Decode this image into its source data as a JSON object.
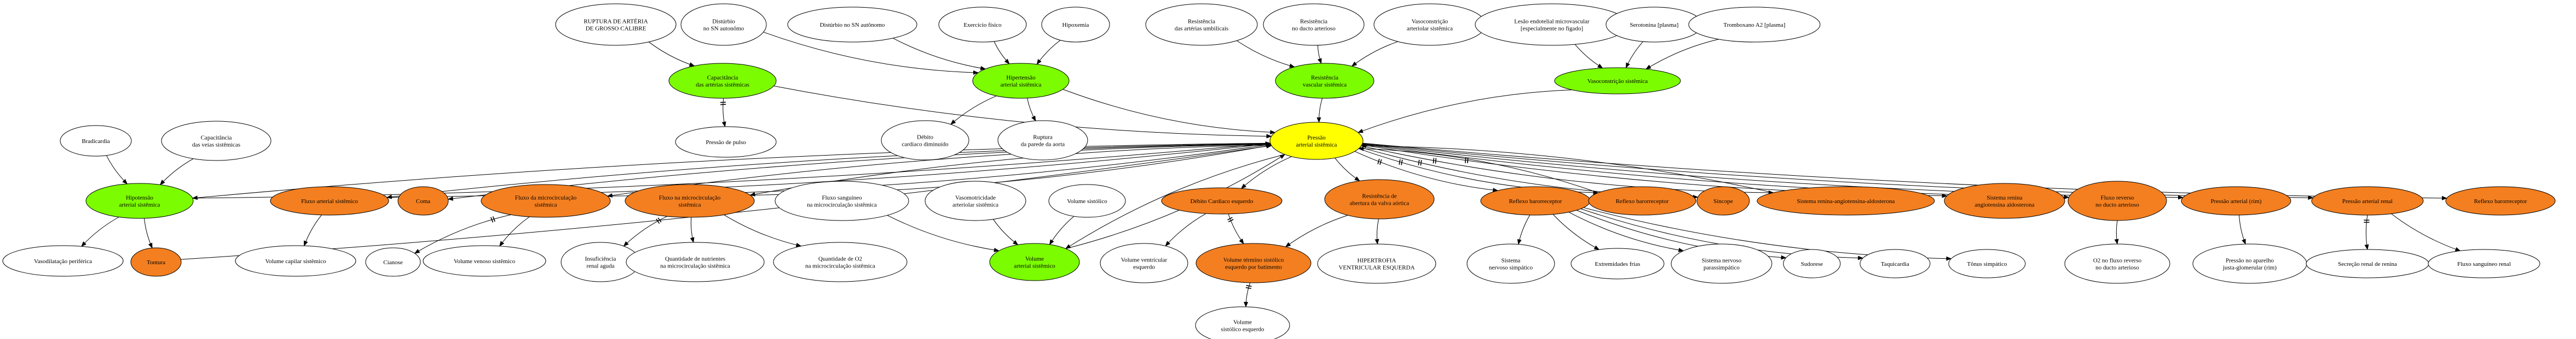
{
  "colors": {
    "central": "#ffff00",
    "increase": "#7cfc00",
    "decrease": "#f47f20",
    "neutral": "#ffffff",
    "stroke": "#000000"
  },
  "nodes": {
    "pa": {
      "lines": [
        "Pressão",
        "arterial sistêmica"
      ],
      "kind": "central"
    },
    "cap_art": {
      "lines": [
        "Capacitância",
        "das artérias sistêmicas"
      ],
      "kind": "increase"
    },
    "has": {
      "lines": [
        "Hipertensão",
        "arterial sistêmica"
      ],
      "kind": "increase"
    },
    "rvs": {
      "lines": [
        "Resistência",
        "vascular sistêmica"
      ],
      "kind": "increase"
    },
    "vasoc": {
      "lines": [
        "Vasoconstrição sistêmica"
      ],
      "kind": "increase"
    },
    "ruptura_art": {
      "lines": [
        "RUPTURA DE ARTÉRIA",
        "DE GROSSO CALIBRE"
      ],
      "kind": "neutral"
    },
    "dist1": {
      "lines": [
        "Distúrbio",
        "no SN autonômo"
      ],
      "kind": "neutral"
    },
    "dist2": {
      "lines": [
        "Distúrbio no SN autônomo"
      ],
      "kind": "neutral"
    },
    "exerc": {
      "lines": [
        "Exercício físico"
      ],
      "kind": "neutral"
    },
    "hipox": {
      "lines": [
        "Hipoxemia"
      ],
      "kind": "neutral"
    },
    "res_umb": {
      "lines": [
        "Resistência",
        "das artérias umbilicais"
      ],
      "kind": "neutral"
    },
    "res_ducto": {
      "lines": [
        "Resistência",
        "no ducto arterioso"
      ],
      "kind": "neutral"
    },
    "vasoc_art": {
      "lines": [
        "Vasoconstrição",
        "arteriolar sistêmica"
      ],
      "kind": "neutral"
    },
    "lesao": {
      "lines": [
        "Lesão endotelial microvascular",
        "[especialmente no fígado]"
      ],
      "kind": "neutral"
    },
    "serot": {
      "lines": [
        "Serotonina [plasma]"
      ],
      "kind": "neutral"
    },
    "tromb": {
      "lines": [
        "Tromboxano A2 [plasma]"
      ],
      "kind": "neutral"
    },
    "pressao_pulso": {
      "lines": [
        "Pressão de pulso"
      ],
      "kind": "neutral"
    },
    "debito_dim": {
      "lines": [
        "Débito",
        "cardíaco diminuído"
      ],
      "kind": "neutral"
    },
    "ruptura_aorta": {
      "lines": [
        "Ruptura",
        "da parede da aorta"
      ],
      "kind": "neutral"
    },
    "bradi": {
      "lines": [
        "Bradicardia"
      ],
      "kind": "neutral"
    },
    "cap_veias": {
      "lines": [
        "Capacitância",
        "das veias sistêmicas"
      ],
      "kind": "neutral"
    },
    "hipo": {
      "lines": [
        "Hipotensão",
        "arterial sistêmica"
      ],
      "kind": "increase"
    },
    "vasodil": {
      "lines": [
        "Vasodilatação periférica"
      ],
      "kind": "neutral"
    },
    "tontura": {
      "lines": [
        "Tontura"
      ],
      "kind": "decrease"
    },
    "fluxo_art": {
      "lines": [
        "Fluxo arterial sistêmico"
      ],
      "kind": "decrease"
    },
    "coma": {
      "lines": [
        "Coma"
      ],
      "kind": "decrease"
    },
    "fluxo_micro": {
      "lines": [
        "Fluxo da microcirculação",
        "sistêmica"
      ],
      "kind": "decrease"
    },
    "fluxo_na_micro": {
      "lines": [
        "Fluxo na microcirculação",
        "sistêmica"
      ],
      "kind": "decrease"
    },
    "vol_cap": {
      "lines": [
        "Volume capilar sistêmico"
      ],
      "kind": "neutral"
    },
    "cianose": {
      "lines": [
        "Cianose"
      ],
      "kind": "neutral"
    },
    "vol_venoso": {
      "lines": [
        "Volume venoso sistêmico"
      ],
      "kind": "neutral"
    },
    "insuf_renal": {
      "lines": [
        "Insuficiência",
        "renal aguda"
      ],
      "kind": "neutral"
    },
    "qtd_nutri": {
      "lines": [
        "Quantidade de nutrientes",
        "na microcirculação sistêmica"
      ],
      "kind": "neutral"
    },
    "qtd_o2": {
      "lines": [
        "Quantidade de O2",
        "na microcirculação sistêmica"
      ],
      "kind": "neutral"
    },
    "fluxo_sang": {
      "lines": [
        "Fluxo sanguíneo",
        "na microcirculação sistêmica"
      ],
      "kind": "neutral"
    },
    "vasomot": {
      "lines": [
        "Vasomotricidade",
        "arteriolar sistêmica"
      ],
      "kind": "neutral"
    },
    "vol_sist": {
      "lines": [
        "Volume sistólico"
      ],
      "kind": "neutral"
    },
    "vol_art": {
      "lines": [
        "Volume",
        "arterial sistêmico"
      ],
      "kind": "increase"
    },
    "debito_esq": {
      "lines": [
        "Débito Cardíaco esquerdo"
      ],
      "kind": "decrease"
    },
    "vol_vent": {
      "lines": [
        "Volume ventricular",
        "esquerdo"
      ],
      "kind": "neutral"
    },
    "vol_term": {
      "lines": [
        "Volume término sistólico",
        "esquerdo por batimento"
      ],
      "kind": "decrease"
    },
    "vol_sist_esq": {
      "lines": [
        "Volume",
        "sistólico esquerdo"
      ],
      "kind": "neutral"
    },
    "res_valva": {
      "lines": [
        "Resistência de",
        "abertura da valva aórtica"
      ],
      "kind": "decrease"
    },
    "hipertrofia": {
      "lines": [
        "HIPERTROFIA",
        "VENTRICULAR ESQUERDA"
      ],
      "kind": "neutral"
    },
    "reflexo1": {
      "lines": [
        "Reflexo barorreceptor"
      ],
      "kind": "decrease"
    },
    "sn_simp": {
      "lines": [
        "Sistema",
        "nervoso simpático"
      ],
      "kind": "neutral"
    },
    "extrem": {
      "lines": [
        "Extremidades frias"
      ],
      "kind": "neutral"
    },
    "sn_para": {
      "lines": [
        "Sistema nervoso",
        "parassimpático"
      ],
      "kind": "neutral"
    },
    "sudorese": {
      "lines": [
        "Sudorese"
      ],
      "kind": "neutral"
    },
    "taqui": {
      "lines": [
        "Taquicardia"
      ],
      "kind": "neutral"
    },
    "tonus": {
      "lines": [
        "Tônus simpático"
      ],
      "kind": "neutral"
    },
    "reflexo2": {
      "lines": [
        "Reflexo barorreceptor"
      ],
      "kind": "decrease"
    },
    "sincope": {
      "lines": [
        "Síncope"
      ],
      "kind": "decrease"
    },
    "sraa1": {
      "lines": [
        "Sistema renina-angiotensina-aldosterona"
      ],
      "kind": "decrease"
    },
    "sraa2": {
      "lines": [
        "Sistema renina",
        "angiotensina aldosterona"
      ],
      "kind": "decrease"
    },
    "fluxo_rev": {
      "lines": [
        "Fluxo reverso",
        "no ducto arterioso"
      ],
      "kind": "decrease"
    },
    "o2_rev": {
      "lines": [
        "O2 no fluxo reverso",
        "no ducto arterioso"
      ],
      "kind": "neutral"
    },
    "pa_rim": {
      "lines": [
        "Pressão arterial (rim)"
      ],
      "kind": "decrease"
    },
    "pressao_jg": {
      "lines": [
        "Pressão no aparelho",
        "justa-glomerular (rim)"
      ],
      "kind": "neutral"
    },
    "pa_renal": {
      "lines": [
        "Pressão arterial renal"
      ],
      "kind": "decrease"
    },
    "secrecao": {
      "lines": [
        "Secreção renal de renina"
      ],
      "kind": "neutral"
    },
    "fluxo_renal": {
      "lines": [
        "Fluxo sanguíneo renal"
      ],
      "kind": "neutral"
    },
    "reflexo3": {
      "lines": [
        "Reflexo barorreceptor"
      ],
      "kind": "decrease"
    }
  },
  "edges": [
    {
      "from": "ruptura_art",
      "to": "cap_art",
      "mark": ""
    },
    {
      "from": "dist1",
      "to": "has",
      "mark": ""
    },
    {
      "from": "dist2",
      "to": "has",
      "mark": ""
    },
    {
      "from": "exerc",
      "to": "has",
      "mark": ""
    },
    {
      "from": "hipox",
      "to": "has",
      "mark": ""
    },
    {
      "from": "res_umb",
      "to": "rvs",
      "mark": ""
    },
    {
      "from": "res_ducto",
      "to": "rvs",
      "mark": ""
    },
    {
      "from": "vasoc_art",
      "to": "rvs",
      "mark": ""
    },
    {
      "from": "lesao",
      "to": "vasoc",
      "mark": ""
    },
    {
      "from": "serot",
      "to": "vasoc",
      "mark": ""
    },
    {
      "from": "tromb",
      "to": "vasoc",
      "mark": ""
    },
    {
      "from": "cap_art",
      "to": "pressao_pulso",
      "mark": "="
    },
    {
      "from": "has",
      "to": "debito_dim",
      "mark": ""
    },
    {
      "from": "has",
      "to": "ruptura_aorta",
      "mark": ""
    },
    {
      "from": "cap_art",
      "to": "pa",
      "mark": ""
    },
    {
      "from": "has",
      "to": "pa",
      "mark": ""
    },
    {
      "from": "rvs",
      "to": "pa",
      "mark": ""
    },
    {
      "from": "vasoc",
      "to": "pa",
      "mark": ""
    },
    {
      "from": "bradi",
      "to": "hipo",
      "mark": ""
    },
    {
      "from": "cap_veias",
      "to": "hipo",
      "mark": ""
    },
    {
      "from": "hipo",
      "to": "vasodil",
      "mark": ""
    },
    {
      "from": "hipo",
      "to": "tontura",
      "mark": ""
    },
    {
      "from": "fluxo_art",
      "to": "vol_cap",
      "mark": ""
    },
    {
      "from": "fluxo_micro",
      "to": "cianose",
      "mark": "="
    },
    {
      "from": "fluxo_micro",
      "to": "vol_venoso",
      "mark": ""
    },
    {
      "from": "fluxo_na_micro",
      "to": "insuf_renal",
      "mark": "="
    },
    {
      "from": "fluxo_na_micro",
      "to": "qtd_nutri",
      "mark": ""
    },
    {
      "from": "fluxo_na_micro",
      "to": "qtd_o2",
      "mark": ""
    },
    {
      "from": "fluxo_sang",
      "to": "vol_art",
      "mark": ""
    },
    {
      "from": "vasomot",
      "to": "vol_art",
      "mark": ""
    },
    {
      "from": "vol_sist",
      "to": "vol_art",
      "mark": ""
    },
    {
      "from": "debito_esq",
      "to": "vol_vent",
      "mark": ""
    },
    {
      "from": "debito_esq",
      "to": "vol_term",
      "mark": "="
    },
    {
      "from": "vol_term",
      "to": "vol_sist_esq",
      "mark": "="
    },
    {
      "from": "res_valva",
      "to": "vol_term",
      "mark": ""
    },
    {
      "from": "res_valva",
      "to": "hipertrofia",
      "mark": ""
    },
    {
      "from": "reflexo1",
      "to": "sn_simp",
      "mark": ""
    },
    {
      "from": "reflexo1",
      "to": "extrem",
      "mark": ""
    },
    {
      "from": "reflexo1",
      "to": "sn_para",
      "mark": ""
    },
    {
      "from": "reflexo1",
      "to": "sudorese",
      "mark": ""
    },
    {
      "from": "reflexo1",
      "to": "taqui",
      "mark": ""
    },
    {
      "from": "reflexo1",
      "to": "tonus",
      "mark": ""
    },
    {
      "from": "fluxo_rev",
      "to": "o2_rev",
      "mark": ""
    },
    {
      "from": "pa_rim",
      "to": "pressao_jg",
      "mark": ""
    },
    {
      "from": "pa_renal",
      "to": "secrecao",
      "mark": "="
    },
    {
      "from": "pa_renal",
      "to": "fluxo_renal",
      "mark": ""
    },
    {
      "from": "pa",
      "to": "hipo",
      "mark": ""
    },
    {
      "from": "pa",
      "to": "fluxo_art",
      "mark": ""
    },
    {
      "from": "pa",
      "to": "coma",
      "mark": ""
    },
    {
      "from": "pa",
      "to": "fluxo_micro",
      "mark": ""
    },
    {
      "from": "pa",
      "to": "fluxo_na_micro",
      "mark": ""
    },
    {
      "from": "pa",
      "to": "vol_art",
      "mark": ""
    },
    {
      "from": "pa",
      "to": "debito_esq",
      "mark": ""
    },
    {
      "from": "pa",
      "to": "res_valva",
      "mark": ""
    },
    {
      "from": "pa",
      "to": "reflexo1",
      "mark": "="
    },
    {
      "from": "pa",
      "to": "reflexo2",
      "mark": "="
    },
    {
      "from": "pa",
      "to": "sincope",
      "mark": "="
    },
    {
      "from": "pa",
      "to": "sraa1",
      "mark": "="
    },
    {
      "from": "pa",
      "to": "sraa2",
      "mark": "="
    },
    {
      "from": "pa",
      "to": "fluxo_rev",
      "mark": ""
    },
    {
      "from": "pa",
      "to": "pa_rim",
      "mark": ""
    },
    {
      "from": "pa",
      "to": "pa_renal",
      "mark": ""
    },
    {
      "from": "pa",
      "to": "reflexo3",
      "mark": ""
    },
    {
      "from": "hipo",
      "to": "pa",
      "mark": ""
    },
    {
      "from": "fluxo_art",
      "to": "pa",
      "mark": ""
    },
    {
      "from": "fluxo_micro",
      "to": "pa",
      "mark": ""
    },
    {
      "from": "fluxo_na_micro",
      "to": "pa",
      "mark": ""
    },
    {
      "from": "tontura",
      "to": "pa",
      "mark": ""
    },
    {
      "from": "vol_art",
      "to": "pa",
      "mark": ""
    },
    {
      "from": "reflexo2",
      "to": "pa",
      "mark": ""
    },
    {
      "from": "sraa1",
      "to": "pa",
      "mark": ""
    }
  ]
}
